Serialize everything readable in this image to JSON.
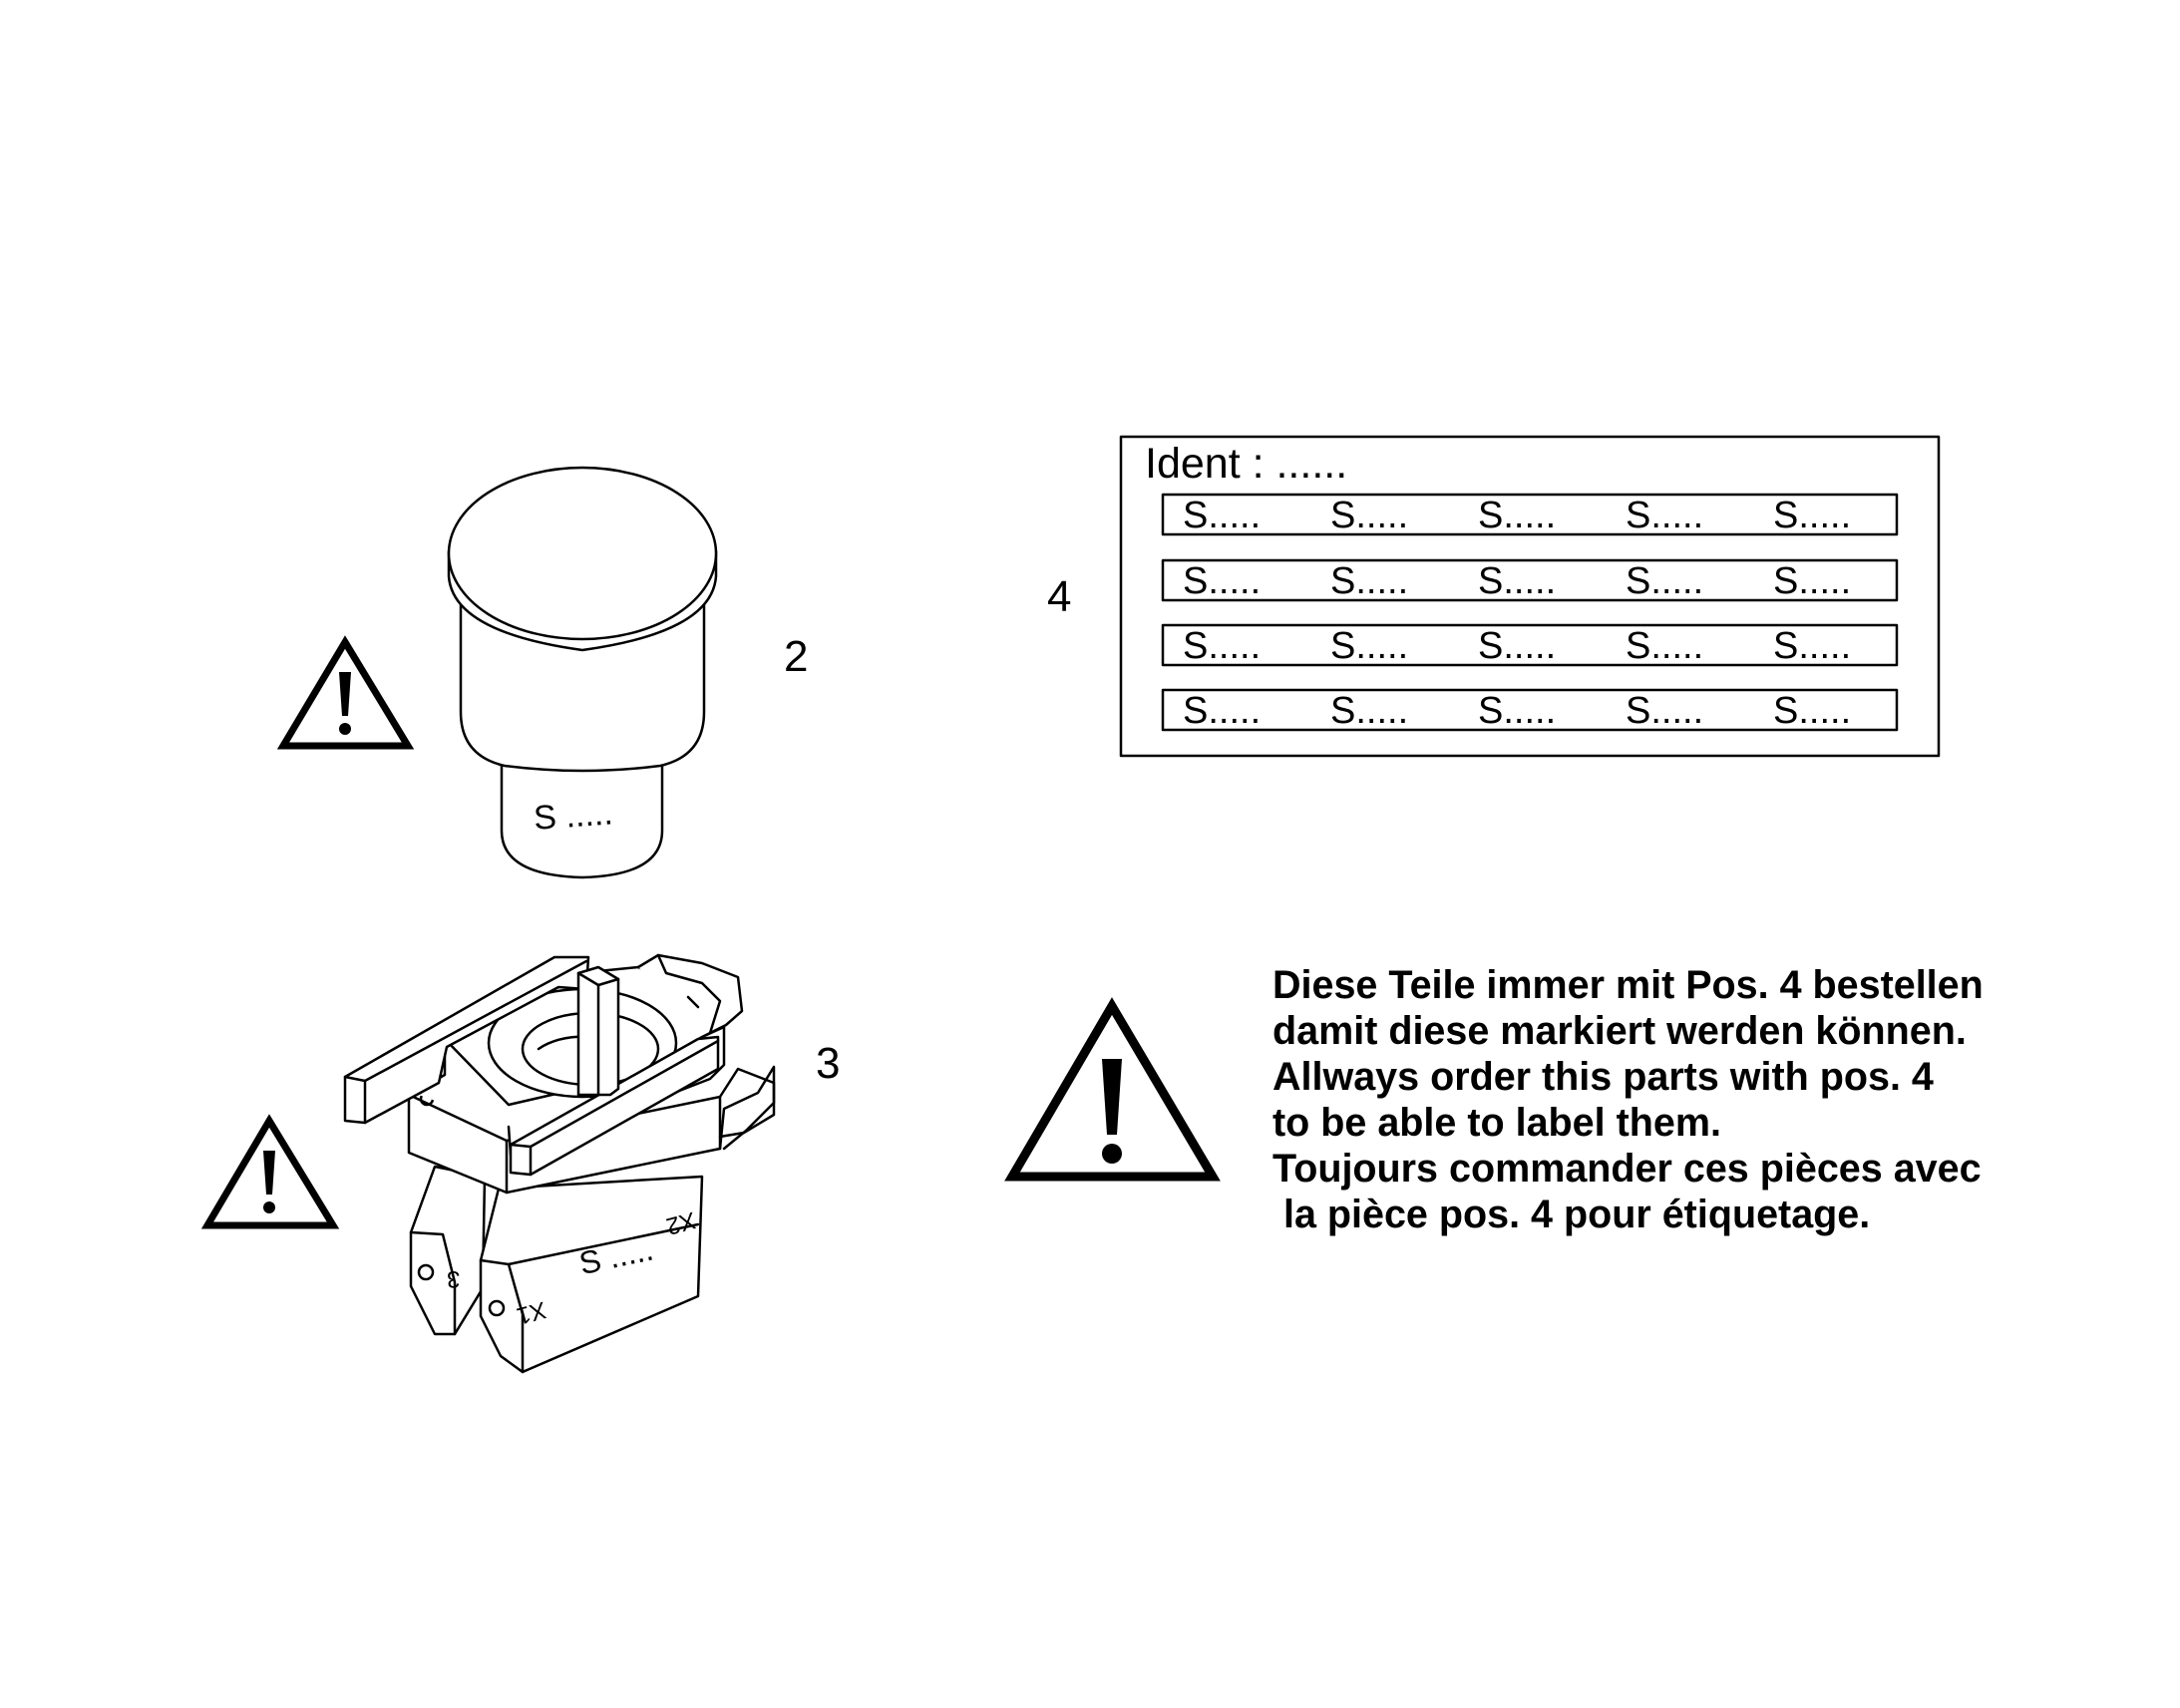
{
  "positions": {
    "part2": "2",
    "part3": "3",
    "part4": "4"
  },
  "part2_label": "S .....",
  "part3_labels": {
    "terminal_3": "3",
    "terminal_x1": "X1",
    "terminal_x2": "X2",
    "body": "S ....."
  },
  "label_sheet": {
    "ident": "Ident : ......",
    "rows": [
      [
        "S.....",
        "S.....",
        "S.....",
        "S.....",
        "S....."
      ],
      [
        "S.....",
        "S.....",
        "S.....",
        "S.....",
        "S....."
      ],
      [
        "S.....",
        "S.....",
        "S.....",
        "S.....",
        "S....."
      ],
      [
        "S.....",
        "S.....",
        "S.....",
        "S.....",
        "S....."
      ]
    ]
  },
  "notice_lines": [
    "Diese Teile immer mit Pos. 4 bestellen",
    "damit diese markiert werden können.",
    "Allways order this parts with pos. 4",
    "to be able to label them.",
    "Toujours commander ces pièces avec",
    " la pièce pos. 4 pour étiquetage."
  ],
  "icons": [
    "warning-icon",
    "warning-icon",
    "warning-icon"
  ],
  "colors": {
    "ink": "#000000",
    "paper": "#ffffff"
  }
}
